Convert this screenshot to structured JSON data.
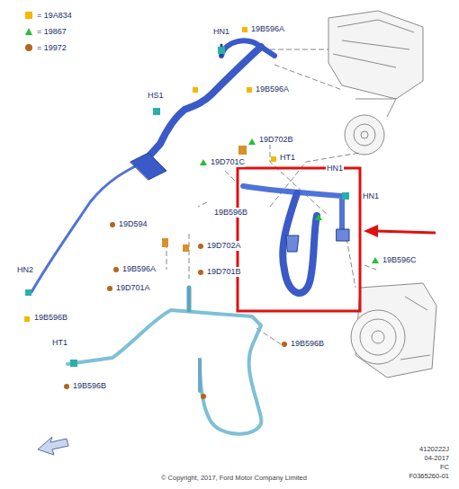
{
  "diagram": {
    "labels": [
      "HN1",
      "19B596A",
      "19B596A",
      "HS1",
      "19D702B",
      "19D701C",
      "HT1",
      "HN1",
      "HN1",
      "19B596B",
      "19B596C",
      "HN2",
      "19B596B",
      "19D594",
      "19D702A",
      "19B596A",
      "19D701B",
      "19D701A",
      "HT1",
      "19B596B",
      "19B596B",
      "4120222J",
      "04-2017",
      "FC",
      "F0365260-01",
      "© Copyright, 2017, Ford Motor Company Limited"
    ],
    "legend": [
      {
        "text": "= 19A834",
        "color": "#f5b700"
      },
      {
        "text": "= 19867",
        "color": "#22c03a"
      },
      {
        "text": "= 19972",
        "color": "#b5651d"
      }
    ]
  }
}
